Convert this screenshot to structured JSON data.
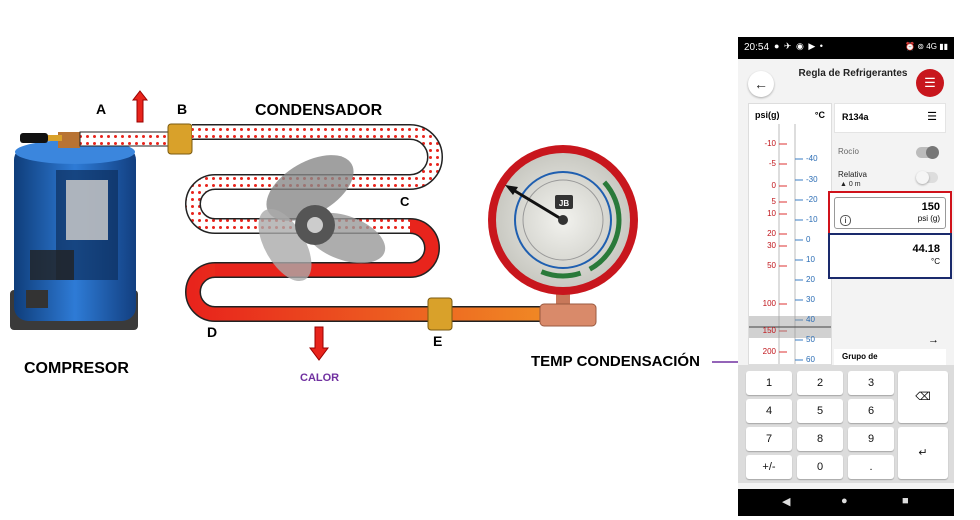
{
  "diagram": {
    "point_labels": {
      "a": "A",
      "b": "B",
      "c": "C",
      "d": "D",
      "e": "E"
    },
    "condensador_label": "CONDENSADOR",
    "compresor_label": "COMPRESOR",
    "calor_label": "CALOR",
    "temp_label": "TEMP CONDENSACIÓN",
    "colors": {
      "pipe_red": "#e8241c",
      "pipe_orange": "#f08a24",
      "brass": "#d9a12a",
      "compressor_blue": "#1f5fb0",
      "purple": "#7030a0"
    }
  },
  "gauge": {
    "brand_icon": "jb-logo-icon"
  },
  "phone": {
    "status": {
      "time": "20:54",
      "left_icons": "● ✈ ◉ ▶ •",
      "right_icons": "⏰ ⊚ 4G ▮▮"
    },
    "title": "Regla de Refrigerantes",
    "back_icon": "arrow-left-icon",
    "settings_icon": "sliders-icon",
    "ruler": {
      "left_header": "psi(g)",
      "right_header": "°C",
      "left_ticks": [
        "-10",
        "-5",
        "0",
        "5",
        "10",
        "20",
        "30",
        "50",
        "100",
        "150",
        "200"
      ],
      "right_ticks": [
        "-40",
        "-30",
        "-20",
        "-10",
        "0",
        "10",
        "20",
        "30",
        "40",
        "50",
        "60"
      ]
    },
    "refrigerant": "R134a",
    "options": {
      "dew": "Rocío",
      "relative": "Relativa",
      "altitude": "0 m"
    },
    "pressure": {
      "value": "150",
      "unit": "psi (g)"
    },
    "temperature": {
      "value": "44.18",
      "unit": "°C"
    },
    "group_label": "Grupo de",
    "next_arrow": "→",
    "keys": [
      "1",
      "2",
      "3",
      "4",
      "5",
      "6",
      "7",
      "8",
      "9",
      "+/-",
      "0",
      "."
    ],
    "backspace_icon": "⌫",
    "enter_icon": "↵",
    "nav": {
      "back": "◀",
      "home": "●",
      "recent": "■"
    }
  }
}
